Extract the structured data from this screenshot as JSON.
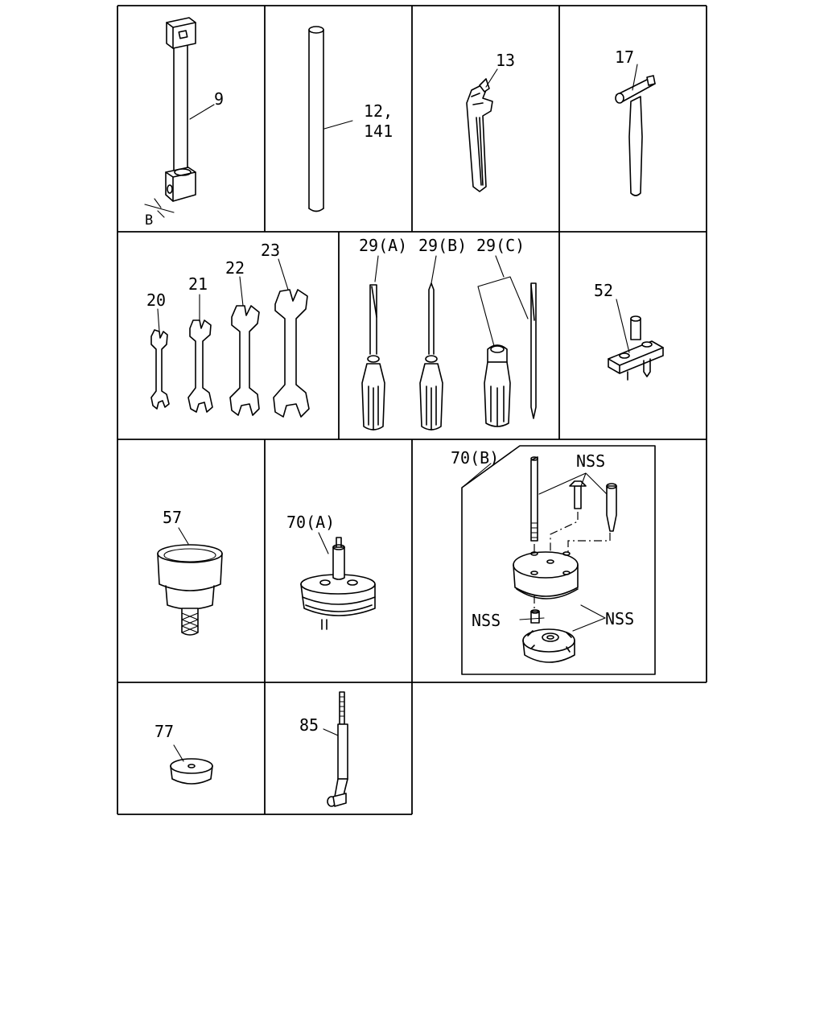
{
  "parts": {
    "p9": "9",
    "pB": "B",
    "p12": "12,",
    "p141": "141",
    "p13": "13",
    "p17": "17",
    "p20": "20",
    "p21": "21",
    "p22": "22",
    "p23": "23",
    "p29a": "29(A)",
    "p29b": "29(B)",
    "p29c": "29(C)",
    "p52": "52",
    "p57": "57",
    "p70a": "70(A)",
    "p70b": "70(B)",
    "nss1": "NSS",
    "nss2": "NSS",
    "nss3": "NSS",
    "p77": "77",
    "p85": "85"
  }
}
